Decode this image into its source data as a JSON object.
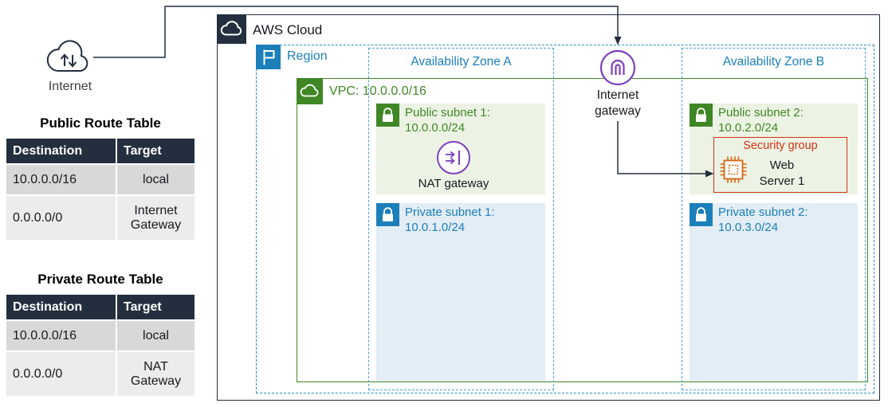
{
  "internet": {
    "label": "Internet"
  },
  "tables": {
    "public": {
      "title": "Public Route Table",
      "headers": {
        "destination": "Destination",
        "target": "Target"
      },
      "rows": [
        {
          "destination": "10.0.0.0/16",
          "target": "local"
        },
        {
          "destination": "0.0.0.0/0",
          "target": "Internet Gateway"
        }
      ]
    },
    "private": {
      "title": "Private Route Table",
      "headers": {
        "destination": "Destination",
        "target": "Target"
      },
      "rows": [
        {
          "destination": "10.0.0.0/16",
          "target": "local"
        },
        {
          "destination": "0.0.0.0/0",
          "target": "NAT Gateway"
        }
      ]
    }
  },
  "diagram": {
    "aws_cloud": {
      "label": "AWS Cloud"
    },
    "region": {
      "label": "Region"
    },
    "vpc": {
      "label": "VPC: 10.0.0.0/16"
    },
    "az_a": {
      "title": "Availability Zone A",
      "public_subnet": {
        "name": "Public subnet 1:",
        "cidr": "10.0.0.0/24"
      },
      "nat_gateway": {
        "label": "NAT gateway"
      },
      "private_subnet": {
        "name": "Private subnet 1:",
        "cidr": "10.0.1.0/24"
      }
    },
    "internet_gateway": {
      "label": "Internet gateway"
    },
    "az_b": {
      "title": "Availability Zone B",
      "public_subnet": {
        "name": "Public subnet 2:",
        "cidr": "10.0.2.0/24"
      },
      "security_group": {
        "label": "Security group",
        "server": "Web Server 1"
      },
      "private_subnet": {
        "name": "Private subnet 2:",
        "cidr": "10.0.3.0/24"
      }
    }
  },
  "colors": {
    "dark": "#232f3e",
    "blue": "#1b7fba",
    "green": "#3f8624",
    "red": "#d13212",
    "purple": "#7b40bf",
    "orange": "#d86613",
    "public_subnet_bg": "#ecf3e4",
    "private_subnet_bg": "#e3edf5"
  }
}
